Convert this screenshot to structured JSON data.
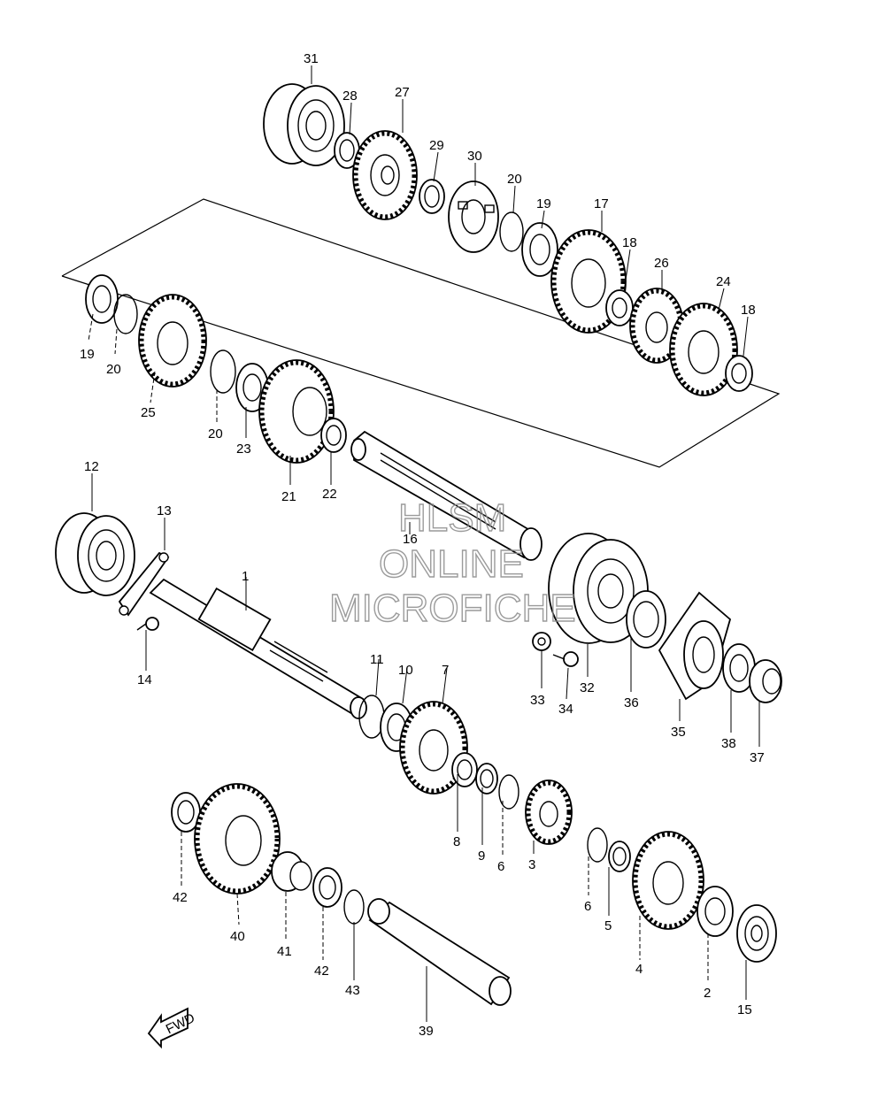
{
  "watermark": {
    "line1": "HLSM",
    "line2": "ONLINE",
    "line3": "MICROFICHE"
  },
  "fwd_label": "FWD",
  "callouts": {
    "p1": "1",
    "p2": "2",
    "p3": "3",
    "p4": "4",
    "p5": "5",
    "p6a": "6",
    "p6b": "6",
    "p7": "7",
    "p8": "8",
    "p9": "9",
    "p10": "10",
    "p11": "11",
    "p12": "12",
    "p13": "13",
    "p14": "14",
    "p15": "15",
    "p16": "16",
    "p17": "17",
    "p18a": "18",
    "p18b": "18",
    "p19a": "19",
    "p19b": "19",
    "p20a": "20",
    "p20b": "20",
    "p20c": "20",
    "p21": "21",
    "p22": "22",
    "p23": "23",
    "p24": "24",
    "p25": "25",
    "p26": "26",
    "p27": "27",
    "p28": "28",
    "p29": "29",
    "p30": "30",
    "p31": "31",
    "p32": "32",
    "p33": "33",
    "p34": "34",
    "p35": "35",
    "p36": "36",
    "p37": "37",
    "p38": "38",
    "p39": "39",
    "p40": "40",
    "p41": "41",
    "p42a": "42",
    "p42b": "42",
    "p43": "43"
  }
}
